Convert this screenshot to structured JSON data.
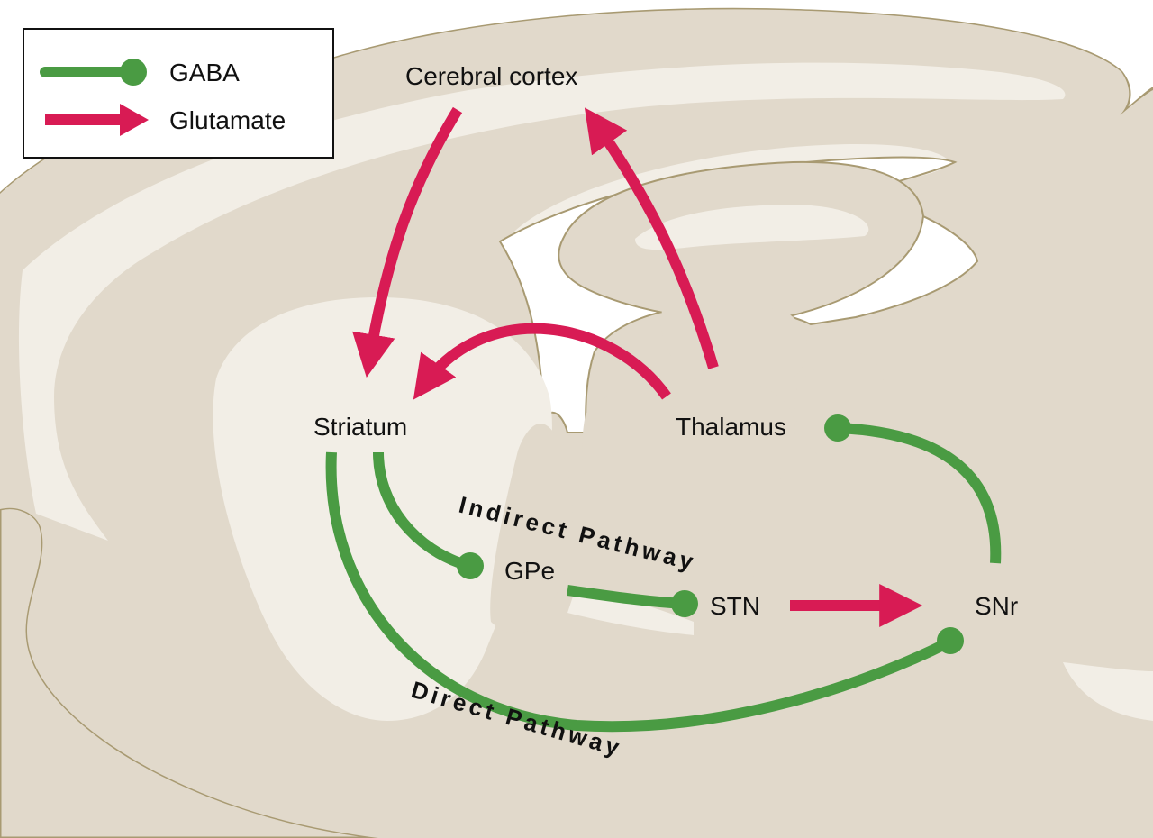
{
  "colors": {
    "gaba": "#4a9b43",
    "glutamate": "#d81b54",
    "tissue_dark": "#e1d9cb",
    "tissue_light": "#f2eee6",
    "outline": "#a89a72"
  },
  "legend": {
    "gaba_label": "GABA",
    "glutamate_label": "Glutamate"
  },
  "regions": {
    "cortex": "Cerebral cortex",
    "striatum": "Striatum",
    "thalamus": "Thalamus",
    "gpe": "GPe",
    "stn": "STN",
    "snr": "SNr"
  },
  "pathways": {
    "indirect": "Indirect Pathway",
    "direct": "Direct Pathway"
  },
  "connections": [
    {
      "from": "Cerebral cortex",
      "to": "Striatum",
      "type": "Glutamate"
    },
    {
      "from": "Thalamus",
      "to": "Cerebral cortex",
      "type": "Glutamate"
    },
    {
      "from": "Thalamus",
      "to": "Striatum",
      "type": "Glutamate"
    },
    {
      "from": "Striatum",
      "to": "GPe",
      "type": "GABA"
    },
    {
      "from": "GPe",
      "to": "STN",
      "type": "GABA"
    },
    {
      "from": "STN",
      "to": "SNr",
      "type": "Glutamate"
    },
    {
      "from": "Striatum",
      "to": "SNr",
      "type": "GABA"
    },
    {
      "from": "SNr",
      "to": "Thalamus",
      "type": "GABA"
    }
  ]
}
